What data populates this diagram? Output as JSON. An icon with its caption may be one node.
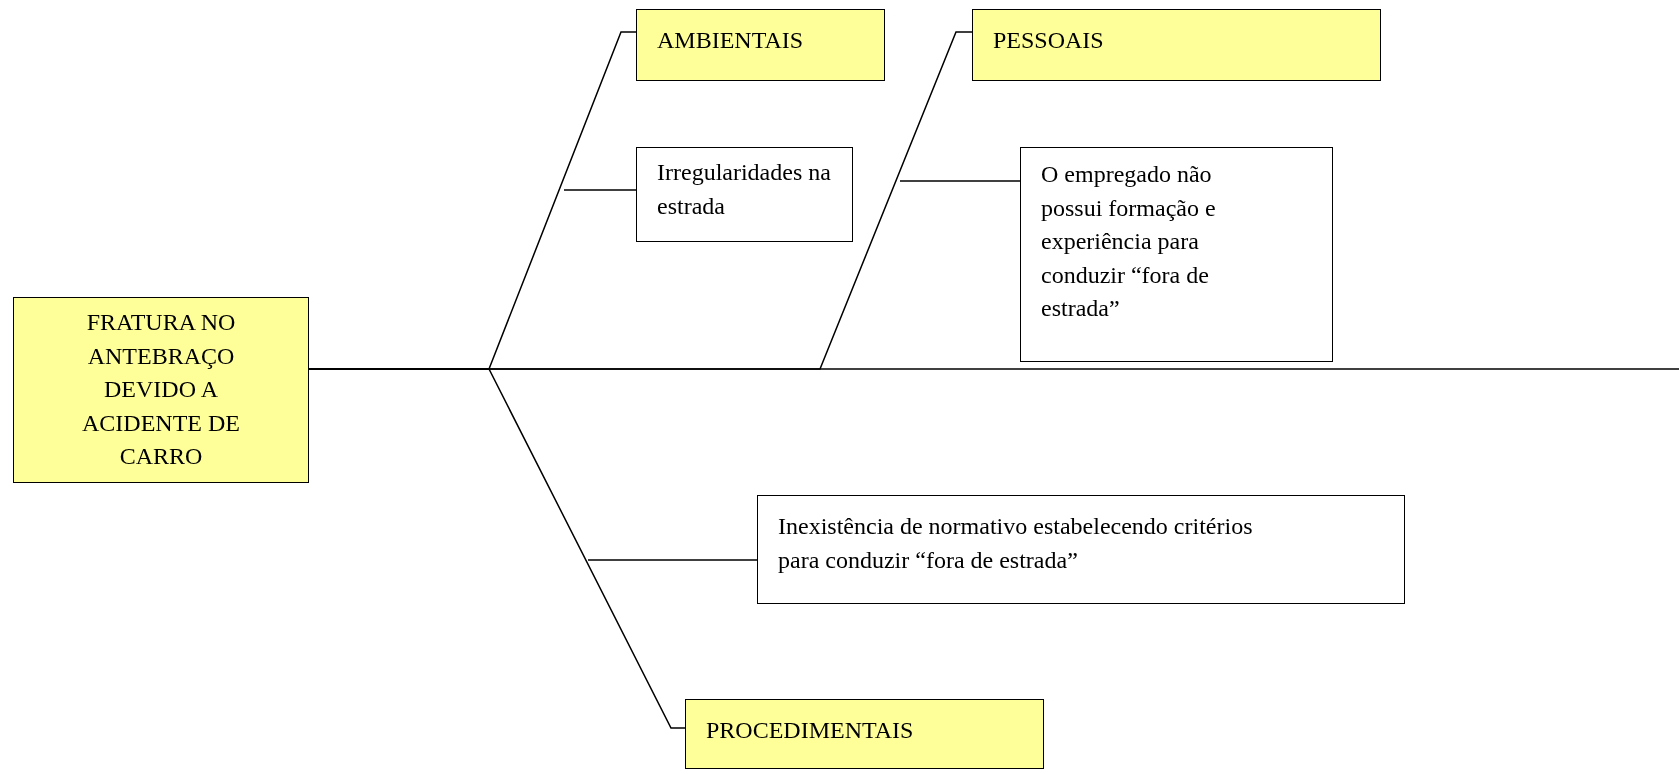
{
  "diagram": {
    "nodes": [
      {
        "text": [
          "FRATURA NO ANTEBRAÇO DEVIDO A ACIDENTE DE CARRO"
        ]
      },
      {
        "text": [
          "AMBIENTAIS"
        ]
      },
      {
        "text": [
          "PESSOAIS"
        ]
      },
      {
        "text": [
          "Irregularidades na estrada"
        ]
      },
      {
        "text": [
          "O empregado não possui formação e experiência para conduzir “fora de estrada”"
        ]
      },
      {
        "text": [
          "Inexistência de normativo estabelecendo critérios para conduzir “fora de estrada”"
        ]
      },
      {
        "text": [
          "PROCEDIMENTAIS"
        ]
      }
    ],
    "edges": [
      {
        "from": 0,
        "to": null,
        "arrow": "none"
      },
      {
        "from": 0,
        "to": 1,
        "arrow": "none"
      },
      {
        "from": 0,
        "to": 2,
        "arrow": "none"
      },
      {
        "from": 0,
        "to": 6,
        "arrow": "none"
      },
      {
        "from": null,
        "to": 3,
        "arrow": "none"
      },
      {
        "from": null,
        "to": 4,
        "arrow": "none"
      },
      {
        "from": null,
        "to": 5,
        "arrow": "none"
      }
    ]
  }
}
